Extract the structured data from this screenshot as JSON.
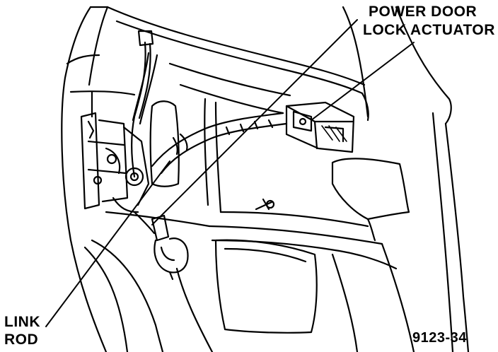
{
  "labels": {
    "power_door_lock_actuator_line1": "POWER DOOR",
    "power_door_lock_actuator_line2": "LOCK ACTUATOR",
    "link_rod_line1": "LINK",
    "link_rod_line2": "ROD",
    "figure_number": "9123-34"
  },
  "colors": {
    "ink": "#000000",
    "paper": "#ffffff"
  }
}
